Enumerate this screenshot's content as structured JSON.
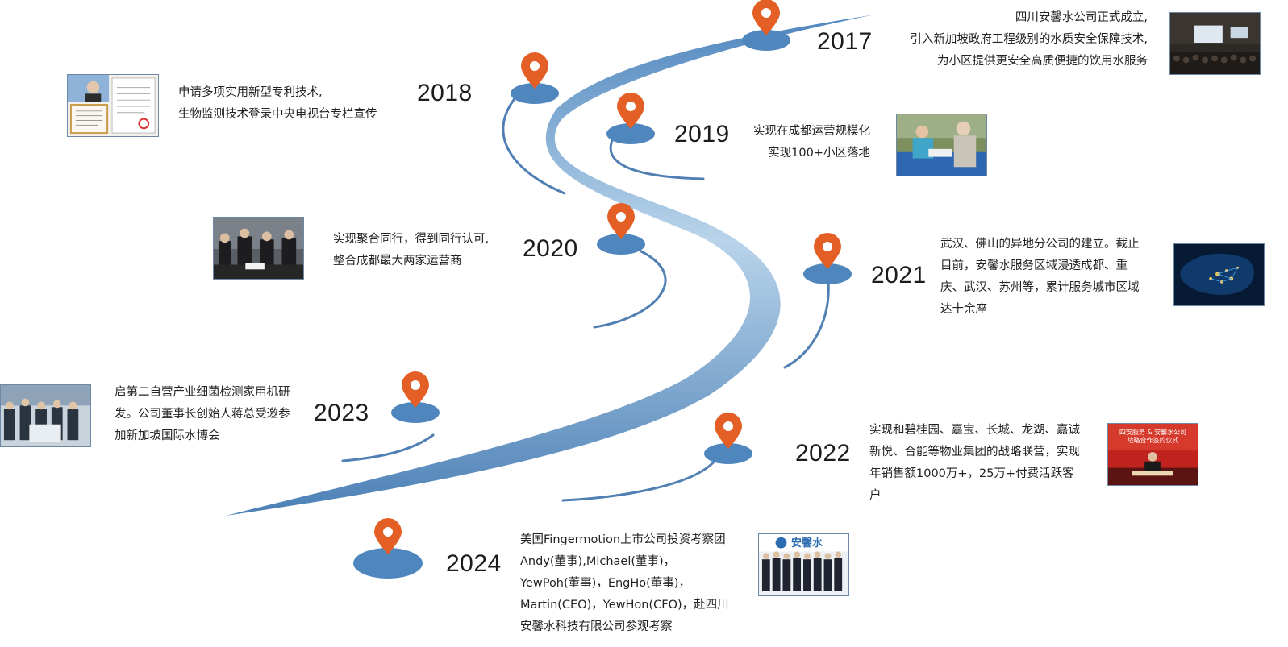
{
  "accent_pin": "#e45f25",
  "accent_road": "#5b8dc0",
  "events": [
    {
      "id": "2017",
      "year": "2017",
      "lines": [
        "四川安馨水公司正式成立,",
        "引入新加坡政府工程级别的水质安全保障技术,",
        "为小区提供更安全高质便捷的饮用水服务"
      ]
    },
    {
      "id": "2018",
      "year": "2018",
      "lines": [
        "申请多项实用新型专利技术,",
        "生物监测技术登录中央电视台专栏宣传"
      ]
    },
    {
      "id": "2019",
      "year": "2019",
      "lines": [
        "实现在成都运营规模化",
        "实现100+小区落地"
      ]
    },
    {
      "id": "2020",
      "year": "2020",
      "lines": [
        "实现聚合同行，得到同行认可,",
        "整合成都最大两家运营商"
      ]
    },
    {
      "id": "2021",
      "year": "2021",
      "text": "武汉、佛山的异地分公司的建立。截止目前，安馨水服务区域浸透成都、重庆、武汉、苏州等，累计服务城市区域达十余座"
    },
    {
      "id": "2022",
      "year": "2022",
      "text": "实现和碧桂园、嘉宝、长城、龙湖、嘉诚新悦、合能等物业集团的战略联营，实现年销售额1000万+，25万+付费活跃客户"
    },
    {
      "id": "2023",
      "year": "2023",
      "text": "启第二自营产业细菌检测家用机研发。公司董事长创始人蒋总受邀参加新加坡国际水博会"
    },
    {
      "id": "2024",
      "year": "2024",
      "text": "美国Fingermotion上市公司投资考察团Andy(董事),Michael(董事)，YewPoh(董事)，EngHo(董事)，Martin(CEO)，YewHon(CFO)，赴四川安馨水科技有限公司参观考察"
    }
  ],
  "photos": {
    "p2022_caption": "四安服务 & 安馨水公司\n战略合作签约仪式",
    "p2024_logo": "安馨水"
  }
}
